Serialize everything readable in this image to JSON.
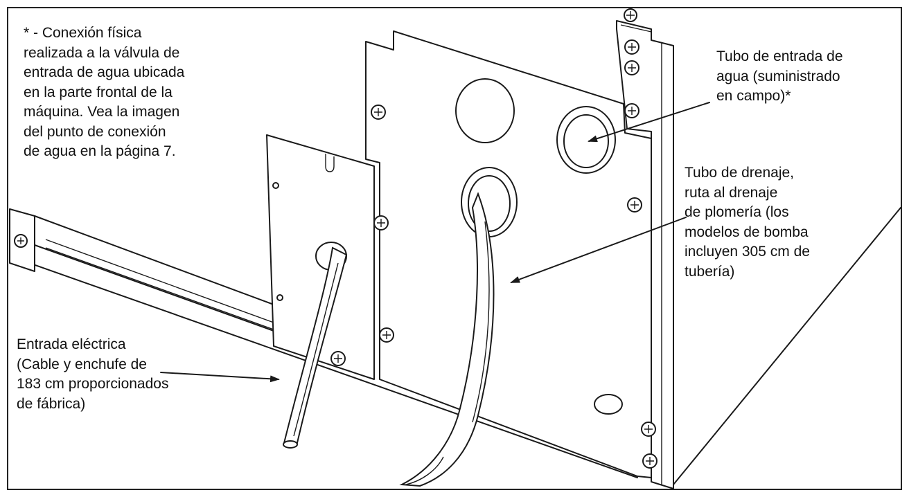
{
  "figure": {
    "note_lines": [
      "* - Conexión física",
      "realizada a la válvula de",
      "entrada de agua ubicada",
      "en la parte frontal de la",
      "máquina. Vea la imagen",
      "del punto de conexión",
      "de agua en la página 7."
    ],
    "water_inlet_lines": [
      "Tubo de entrada de",
      "agua (suministrado",
      "en campo)*"
    ],
    "drain_lines": [
      "Tubo de drenaje,",
      "ruta al drenaje",
      "de plomería (los",
      "modelos de bomba",
      "incluyen 305 cm de",
      "tubería)"
    ],
    "electrical_lines": [
      "Entrada eléctrica",
      "(Cable y enchufe de",
      "183 cm proporcionados",
      "de fábrica)"
    ]
  }
}
